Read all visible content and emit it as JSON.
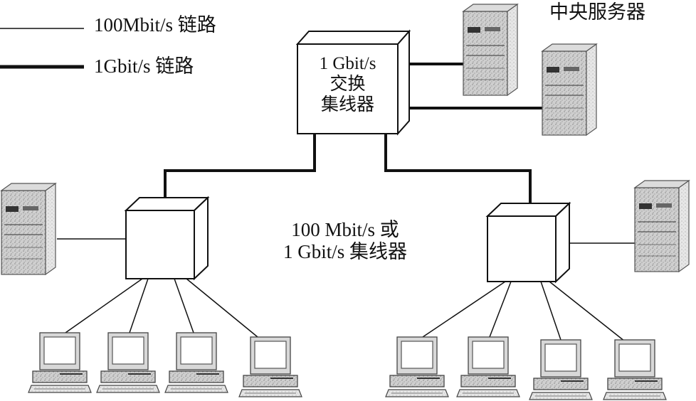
{
  "legend": {
    "thin_link": "100Mbit/s 链路",
    "thick_link": "1Gbit/s 链路"
  },
  "central_hub": {
    "line1": "1 Gbit/s",
    "line2": "交换",
    "line3": "集线器"
  },
  "servers_label": "中央服务器",
  "hub_label": {
    "line1": "100 Mbit/s 或",
    "line2": "1 Gbit/s 集线器"
  },
  "colors": {
    "line": "#111111",
    "device_fill": "#ffffff",
    "server_fill": "#c9c9c9"
  }
}
